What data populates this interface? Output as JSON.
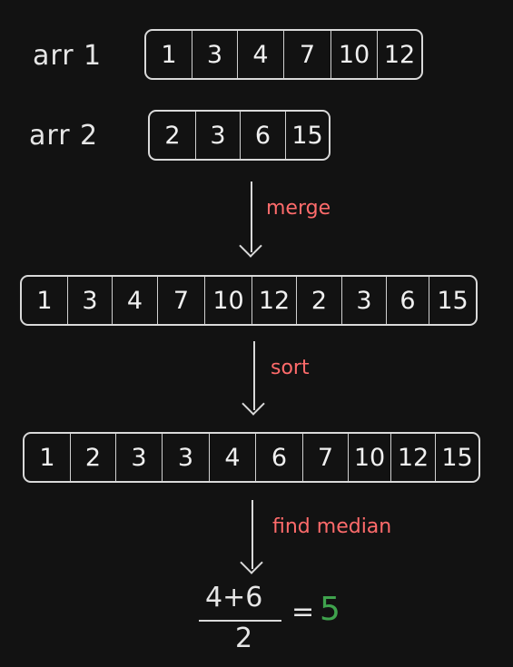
{
  "colors": {
    "background": "#121212",
    "foreground": "#e6e6e6",
    "step_label": "#ff6b6b",
    "result": "#3fa34d"
  },
  "arr1": {
    "label": "arr 1",
    "values": [
      "1",
      "3",
      "4",
      "7",
      "10",
      "12"
    ]
  },
  "arr2": {
    "label": "arr 2",
    "values": [
      "2",
      "3",
      "6",
      "15"
    ]
  },
  "steps": {
    "merge": "merge",
    "sort": "sort",
    "find_median": "find median"
  },
  "merged": {
    "values": [
      "1",
      "3",
      "4",
      "7",
      "10",
      "12",
      "2",
      "3",
      "6",
      "15"
    ]
  },
  "sorted": {
    "values": [
      "1",
      "2",
      "3",
      "3",
      "4",
      "6",
      "7",
      "10",
      "12",
      "15"
    ]
  },
  "median": {
    "numerator": "4+6",
    "denominator": "2",
    "equals": "=",
    "result": "5"
  }
}
